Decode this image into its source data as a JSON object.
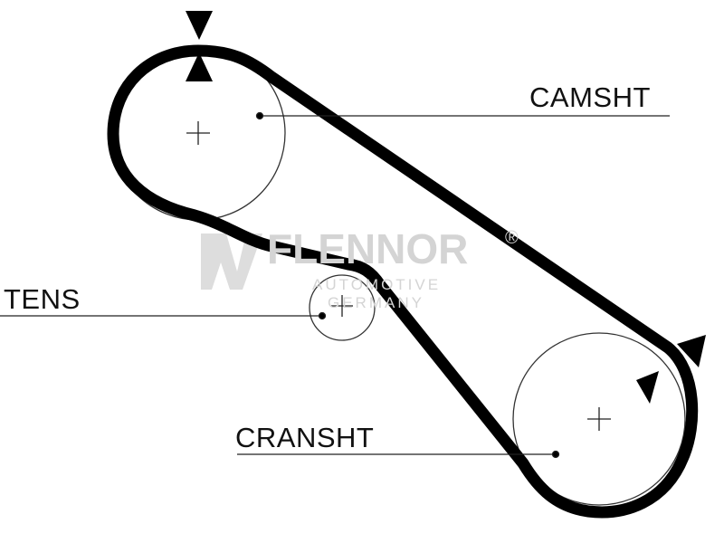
{
  "labels": {
    "camshaft": "CAMSHT",
    "tensioner": "TENS",
    "crankshaft": "CRANSHT"
  },
  "watermark": {
    "brand": "FLENNOR",
    "registered": "®",
    "line1": "AUTOMOTIVE",
    "line2": "GERMANY"
  },
  "colors": {
    "belt": "#000000",
    "watermark": "#d4d4d4"
  }
}
